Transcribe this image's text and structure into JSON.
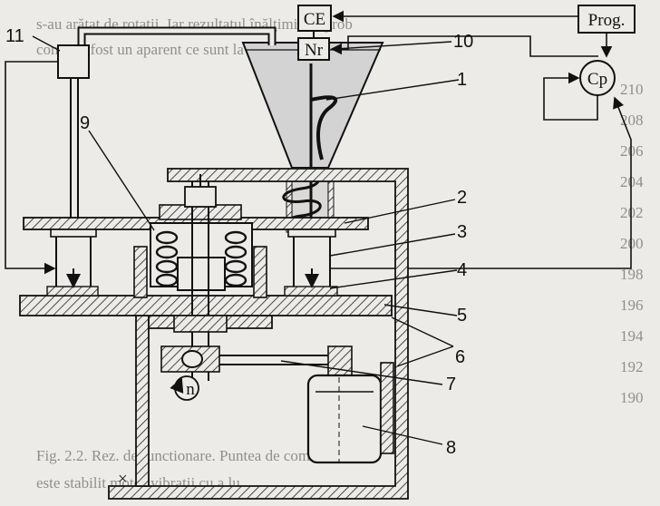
{
  "blocks": {
    "ce": "CE",
    "nr": "Nr",
    "prog": "Prog.",
    "cp": "Cp"
  },
  "motor_speed": "n",
  "cross_mark": "×",
  "callouts": [
    "1",
    "2",
    "3",
    "4",
    "5",
    "6",
    "7",
    "8",
    "9",
    "10",
    "11"
  ],
  "background_text": {
    "top_line_1": "s-au arătat de rotaţii. Iar rezultatul înălţimii de prob",
    "top_line_2": "contor a fost un aparent ce sunt la comandare cod ca",
    "right_numbers": [
      "210",
      "208",
      "206",
      "204",
      "202",
      "200",
      "198",
      "196",
      "194",
      "192",
      "190"
    ],
    "bottom_line_1": "Fig. 2.2. Rez. de functionare. Puntea de comanda a",
    "bottom_line_2": "este stabilit motor vibraţii cu a lu"
  },
  "colors": {
    "ink": "#111111",
    "paper": "#ecebe8",
    "hopper_fill": "#d3d3d3",
    "faded_text": "#8f8f8f"
  }
}
